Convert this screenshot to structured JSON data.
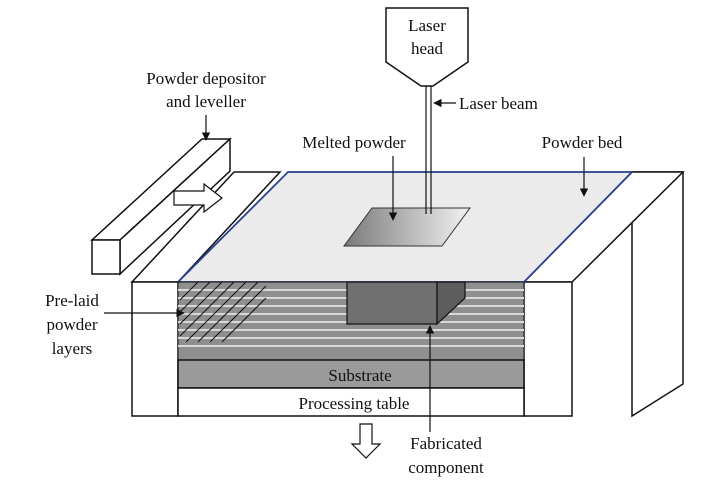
{
  "labels": {
    "laser_head_line1": "Laser",
    "laser_head_line2": "head",
    "laser_beam": "Laser beam",
    "powder_depositor_line1": "Powder depositor",
    "powder_depositor_line2": "and leveller",
    "melted_powder": "Melted powder",
    "powder_bed": "Powder bed",
    "pre_laid_line1": "Pre-laid",
    "pre_laid_line2": "powder",
    "pre_laid_line3": "layers",
    "substrate": "Substrate",
    "processing_table": "Processing table",
    "fabricated_line1": "Fabricated",
    "fabricated_line2": "component"
  },
  "colors": {
    "powder_surface": "#ebebeb",
    "bed_edge": "#2a3f8f",
    "layers": "#8f8f8f",
    "layer_lines": "#d8d8d8",
    "component": "#707070",
    "substrate": "#9a9a9a",
    "table": "#ffffff",
    "outline": "#111111"
  }
}
